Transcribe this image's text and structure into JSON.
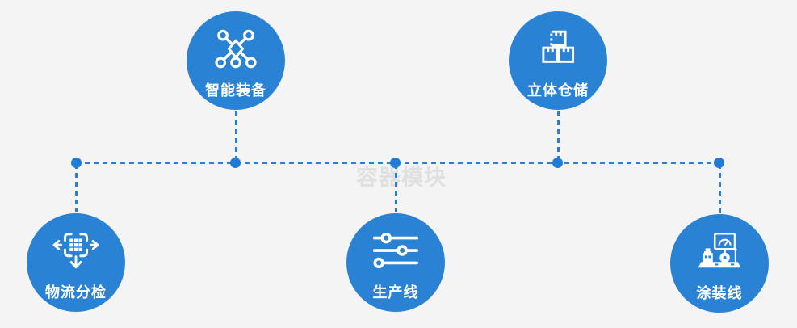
{
  "page": {
    "watermark": "容器模块",
    "background": "#f4f4f4"
  },
  "palette": {
    "node_fill": "#2a82d4",
    "connector_line": "#2a7fd0",
    "junction_dot": "#1e7bd6",
    "label_text": "#ffffff",
    "watermark_text": "#e0e0e0"
  },
  "nodes": [
    {
      "id": "smart-equipment",
      "label": "智能装备",
      "icon": "network-nodes-icon",
      "position": "top-left"
    },
    {
      "id": "stereo-warehouse",
      "label": "立体仓储",
      "icon": "stacked-boxes-icon",
      "position": "top-right"
    },
    {
      "id": "logistics-sorting",
      "label": "物流分检",
      "icon": "move-sort-icon",
      "position": "bottom-left"
    },
    {
      "id": "production-line",
      "label": "生产线",
      "icon": "sliders-icon",
      "position": "bottom-center"
    },
    {
      "id": "coating-line",
      "label": "涂装线",
      "icon": "machine-monitor-icon",
      "position": "bottom-right"
    }
  ]
}
